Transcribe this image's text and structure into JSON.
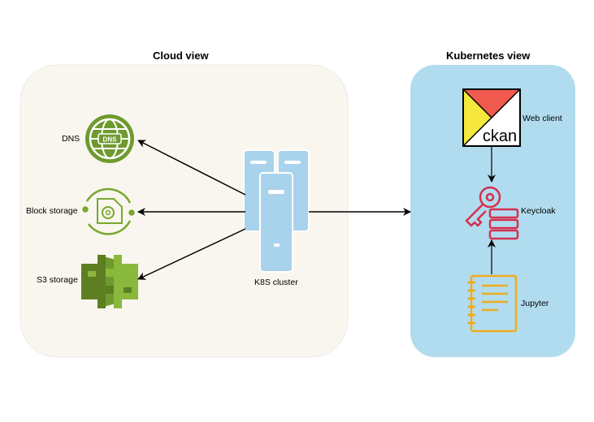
{
  "cloud": {
    "title": "Cloud view",
    "items": [
      {
        "label": "DNS",
        "badge": "DNS",
        "icon": "dns-globe-icon"
      },
      {
        "label": "Block storage",
        "icon": "block-storage-icon"
      },
      {
        "label": "S3 storage",
        "icon": "s3-bucket-icon"
      }
    ],
    "cluster": {
      "label": "K8S cluster",
      "icon": "server-cluster-icon"
    }
  },
  "kubernetes": {
    "title": "Kubernetes view",
    "items": [
      {
        "label": "Web client",
        "logo_text": "ckan",
        "icon": "ckan-logo"
      },
      {
        "label": "Keycloak",
        "icon": "key-server-icon"
      },
      {
        "label": "Jupyter",
        "icon": "notebook-icon"
      }
    ]
  },
  "colors": {
    "cloud_panel": "#f8f6ee",
    "kube_panel": "#b1dcef",
    "green": "#6f9a2f",
    "green_light": "#8ab83c",
    "server_blue": "#a9d3ec",
    "ckan_red": "#f05a4e",
    "ckan_yellow": "#f5e73b",
    "keycloak_red": "#d6304d",
    "jupyter_orange": "#f0ab1e"
  }
}
